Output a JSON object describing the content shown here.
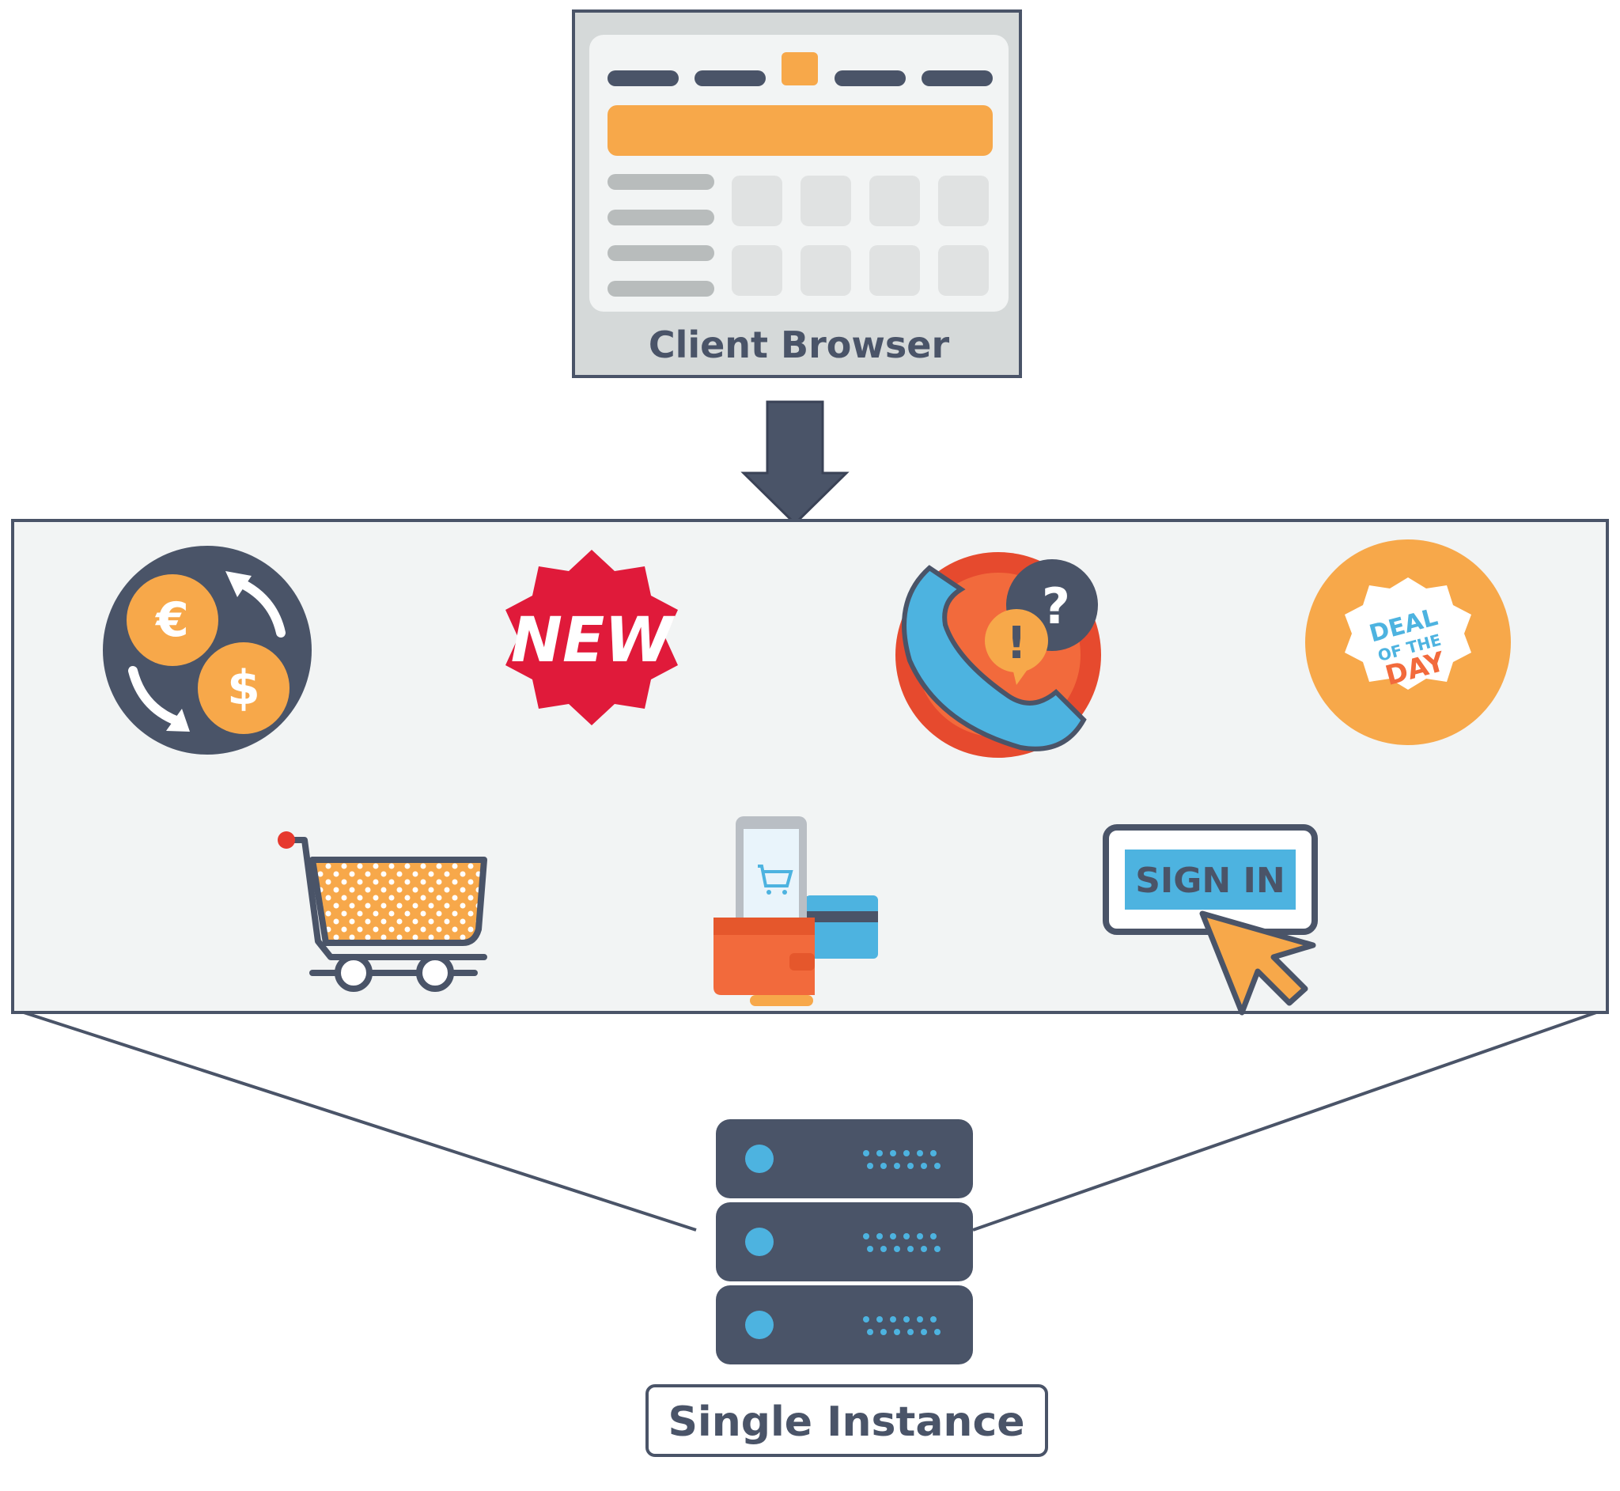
{
  "client_browser": {
    "label": "Client Browser"
  },
  "monolith_features": {
    "icons": [
      {
        "name": "currency-exchange-icon",
        "glyphs": [
          "€",
          "$"
        ]
      },
      {
        "name": "new-badge-icon",
        "text": "NEW"
      },
      {
        "name": "support-call-icon",
        "glyphs": [
          "?",
          "!"
        ]
      },
      {
        "name": "deal-of-the-day-icon",
        "lines": [
          "DEAL",
          "OF THE",
          "DAY"
        ]
      },
      {
        "name": "shopping-cart-icon"
      },
      {
        "name": "mobile-wallet-payment-icon"
      },
      {
        "name": "sign-in-icon",
        "text": "SIGN IN"
      }
    ]
  },
  "server": {
    "label": "Single Instance"
  },
  "colors": {
    "slate": "#4a5468",
    "orange": "#f7a84a",
    "red": "#e01a3a",
    "blue": "#4db3e0",
    "panel": "#f2f4f4",
    "browser_frame": "#d5d9d9"
  }
}
